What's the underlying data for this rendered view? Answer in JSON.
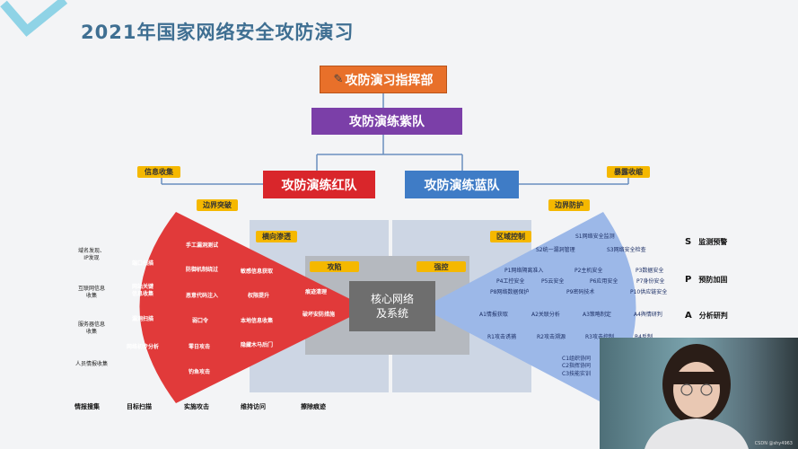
{
  "title": "2021年国家网络安全攻防演习",
  "org": {
    "command": "攻防演习指挥部",
    "purple": "攻防演练紫队",
    "red": "攻防演练红队",
    "blue": "攻防演练蓝队",
    "core": [
      "核心网络",
      "及系统"
    ]
  },
  "tags": {
    "info_collect": "信息收集",
    "exposure": "暴露收缩",
    "border_break": "边界突破",
    "border_defense": "边界防护",
    "lateral": "横向渗透",
    "zone_control": "区域控制",
    "attack_sink": "攻陷",
    "strong_control": "强控"
  },
  "left_labels": [
    [
      "域名发现、",
      "IP发现"
    ],
    [
      "互联网信息",
      "收集"
    ],
    [
      "服务器信息",
      "收集"
    ],
    [
      "人员情报收集"
    ]
  ],
  "red_items": {
    "col1": [
      "端口扫描",
      "网站关键",
      "信息收集",
      "漏洞扫描",
      "网络初步分析"
    ],
    "col2": [
      "手工漏洞测试",
      "防御机制绕过",
      "恶意代码注入",
      "弱口令",
      "零日攻击",
      "钓鱼攻击"
    ],
    "col3": [
      "敏感信息获取",
      "权限提升",
      "本地信息收集",
      "隐藏木马后门"
    ],
    "col4": [
      "痕迹清理",
      "破坏安防措施"
    ]
  },
  "blue_items": {
    "s_row": [
      "S1网络安全监测",
      "S2统一漏洞管理",
      "S3网络安全检查"
    ],
    "p_row1": [
      "P1网络隔离准入",
      "P2主机安全",
      "P3数据安全"
    ],
    "p_row2": [
      "P4工控安全",
      "P5云安全",
      "P6应用安全",
      "P7身份安全"
    ],
    "p_row3": [
      "P8网络数据保护",
      "P9密码技术",
      "P10供应链安全"
    ],
    "a_row": [
      "A1情报获取",
      "A2关联分析",
      "A3策略制定",
      "A4舆情研判"
    ],
    "r_row": [
      "R1攻击诱捕",
      "R2攻击溯源",
      "R3攻击控制",
      "R4反制"
    ],
    "c_row": [
      "C1组织协同",
      "C2指挥协同",
      "C3技能实训"
    ]
  },
  "sap_legend": [
    {
      "letter": "S",
      "text": "监测预警"
    },
    {
      "letter": "P",
      "text": "预防加固"
    },
    {
      "letter": "A",
      "text": "分析研判"
    }
  ],
  "bottom_labels": [
    "情报搜集",
    "目标扫描",
    "实施攻击",
    "维持访问",
    "擦除痕迹"
  ],
  "watermark": "CSDN @shy4963",
  "colors": {
    "command": "#e8702a",
    "purple": "#7b3fa8",
    "red": "#d9262b",
    "blue": "#3f7cc6",
    "core": "#6e6e6e",
    "tag": "#f5b800",
    "fan_red": "#e13a3a",
    "fan_blue": "#9cb8e8"
  }
}
